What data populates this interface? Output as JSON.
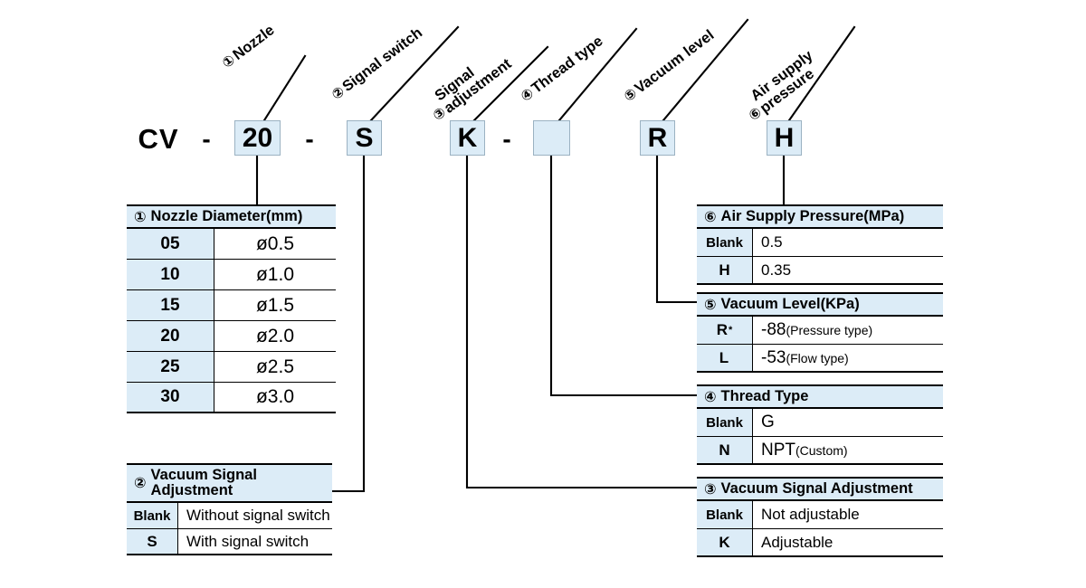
{
  "model_code": {
    "segments": [
      {
        "name": "prefix",
        "type": "text",
        "value": "CV"
      },
      {
        "name": "dash-1",
        "type": "dash",
        "value": "-"
      },
      {
        "name": "nozzle",
        "type": "box",
        "value": "20"
      },
      {
        "name": "dash-2",
        "type": "dash",
        "value": "-"
      },
      {
        "name": "signal-switch",
        "type": "box",
        "value": "S"
      },
      {
        "name": "signal-adjustment",
        "type": "box",
        "value": "K"
      },
      {
        "name": "dash-3",
        "type": "dash",
        "value": "-"
      },
      {
        "name": "thread-type",
        "type": "box",
        "value": ""
      },
      {
        "name": "vacuum-level",
        "type": "box",
        "value": "R"
      },
      {
        "name": "air-supply-pressure",
        "type": "box",
        "value": "H"
      }
    ]
  },
  "callouts": [
    {
      "num": "①",
      "text": "Nozzle",
      "lines": [
        "Nozzle"
      ]
    },
    {
      "num": "②",
      "text": "Signal switch",
      "lines": [
        "Signal switch"
      ]
    },
    {
      "num": "③",
      "text": "Signal adjustment",
      "lines": [
        "Signal",
        "adjustment"
      ]
    },
    {
      "num": "④",
      "text": "Thread type",
      "lines": [
        "Thread type"
      ]
    },
    {
      "num": "⑤",
      "text": "Vacuum level",
      "lines": [
        "Vacuum level"
      ]
    },
    {
      "num": "⑥",
      "text": "Air supply pressure",
      "lines": [
        "Air supply",
        "pressure"
      ]
    }
  ],
  "tables": {
    "nozzle": {
      "num": "①",
      "title": "Nozzle Diameter(mm)",
      "rows": [
        {
          "key": "05",
          "value": "ø0.5"
        },
        {
          "key": "10",
          "value": "ø1.0"
        },
        {
          "key": "15",
          "value": "ø1.5"
        },
        {
          "key": "20",
          "value": "ø2.0"
        },
        {
          "key": "25",
          "value": "ø2.5"
        },
        {
          "key": "30",
          "value": "ø3.0"
        }
      ]
    },
    "signal_switch": {
      "num": "②",
      "title_line1": "Vacuum Signal",
      "title_line2": "Adjustment",
      "rows": [
        {
          "key": "Blank",
          "value": "Without signal switch"
        },
        {
          "key": "S",
          "value": "With signal switch"
        }
      ]
    },
    "signal_adjustment": {
      "num": "③",
      "title": "Vacuum Signal Adjustment",
      "rows": [
        {
          "key": "Blank",
          "value": "Not adjustable"
        },
        {
          "key": "K",
          "value": "Adjustable"
        }
      ]
    },
    "thread_type": {
      "num": "④",
      "title": "Thread Type",
      "rows": [
        {
          "key": "Blank",
          "value": "G",
          "value_sub": ""
        },
        {
          "key": "N",
          "value": "NPT",
          "value_sub": "(Custom)"
        }
      ]
    },
    "vacuum_level": {
      "num": "⑤",
      "title": "Vacuum Level(KPa)",
      "rows": [
        {
          "key": "R",
          "key_mark": "*",
          "value": "-88",
          "value_sub": "(Pressure type)"
        },
        {
          "key": "L",
          "key_mark": "",
          "value": "-53",
          "value_sub": "(Flow type)"
        }
      ]
    },
    "air_supply_pressure": {
      "num": "⑥",
      "title": "Air Supply Pressure(MPa)",
      "rows": [
        {
          "key": "Blank",
          "value": "0.5"
        },
        {
          "key": "H",
          "value": "0.35"
        }
      ]
    }
  },
  "colors": {
    "fill_light_blue": "#dcecf7",
    "line_black": "#000000",
    "box_border": "#9bb2c2",
    "background": "#ffffff"
  }
}
